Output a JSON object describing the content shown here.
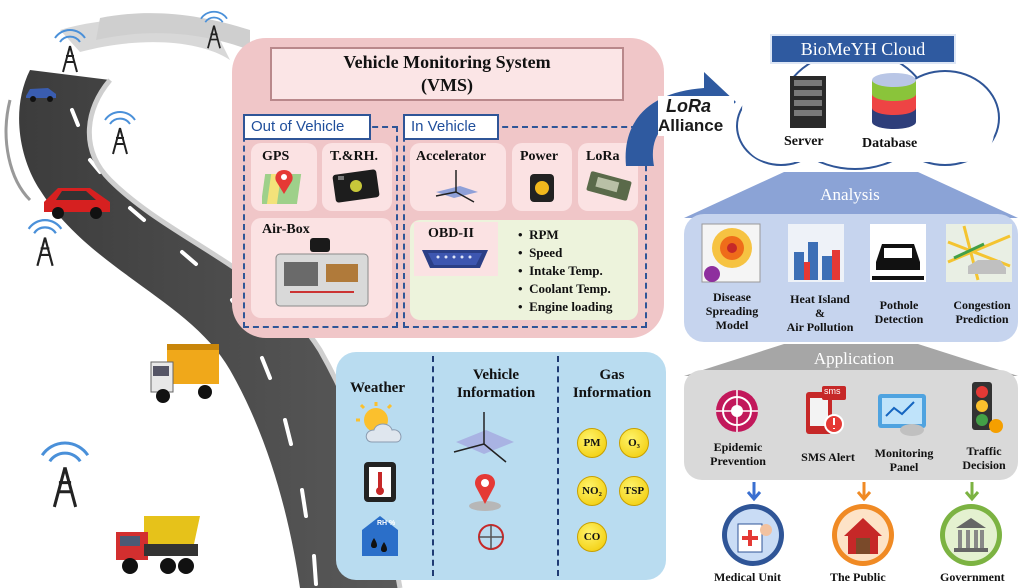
{
  "vms": {
    "title_line1": "Vehicle Monitoring System",
    "title_line2": "(VMS)",
    "out_tab": "Out of Vehicle",
    "in_tab": "In Vehicle",
    "gps": "GPS",
    "temp_rh": "T.&RH.",
    "accelerator": "Accelerator",
    "power": "Power",
    "lora": "LoRa",
    "airbox": "Air-Box",
    "obd": "OBD-II",
    "obd_items": [
      "RPM",
      "Speed",
      "Intake Temp.",
      "Coolant Temp.",
      "Engine loading"
    ]
  },
  "lora_logo": {
    "line1": "LoRa",
    "line2": "Alliance"
  },
  "cloud": {
    "title": "BioMeYH Cloud",
    "server": "Server",
    "database": "Database"
  },
  "analysis": {
    "header": "Analysis",
    "items": [
      {
        "l1": "Disease",
        "l2": "Spreading",
        "l3": "Model"
      },
      {
        "l1": "Heat Island",
        "l2": "&",
        "l3": "Air Pollution"
      },
      {
        "l1": "Pothole",
        "l2": "Detection"
      },
      {
        "l1": "Congestion",
        "l2": "Prediction"
      }
    ]
  },
  "application": {
    "header": "Application",
    "items": [
      {
        "l1": "Epidemic",
        "l2": "Prevention"
      },
      {
        "l1": "SMS Alert",
        "l2": ""
      },
      {
        "l1": "Monitoring",
        "l2": "Panel"
      },
      {
        "l1": "Traffic",
        "l2": "Decision"
      }
    ],
    "sms_badge": "sms"
  },
  "stakeholders": [
    "Medical Unit",
    "The Public",
    "Government"
  ],
  "info": {
    "weather": "Weather",
    "vehicle_info_l1": "Vehicle",
    "vehicle_info_l2": "Information",
    "gas_l1": "Gas",
    "gas_l2": "Information",
    "rh_label": "RH %",
    "gases": [
      "PM",
      "O₃",
      "NO₂",
      "TSP",
      "CO"
    ]
  },
  "colors": {
    "vms_bg": "#f0c6c8",
    "info_bg": "#b9dcf0",
    "cloud_blue": "#2f5aa0",
    "road": "#4a4a4a"
  }
}
